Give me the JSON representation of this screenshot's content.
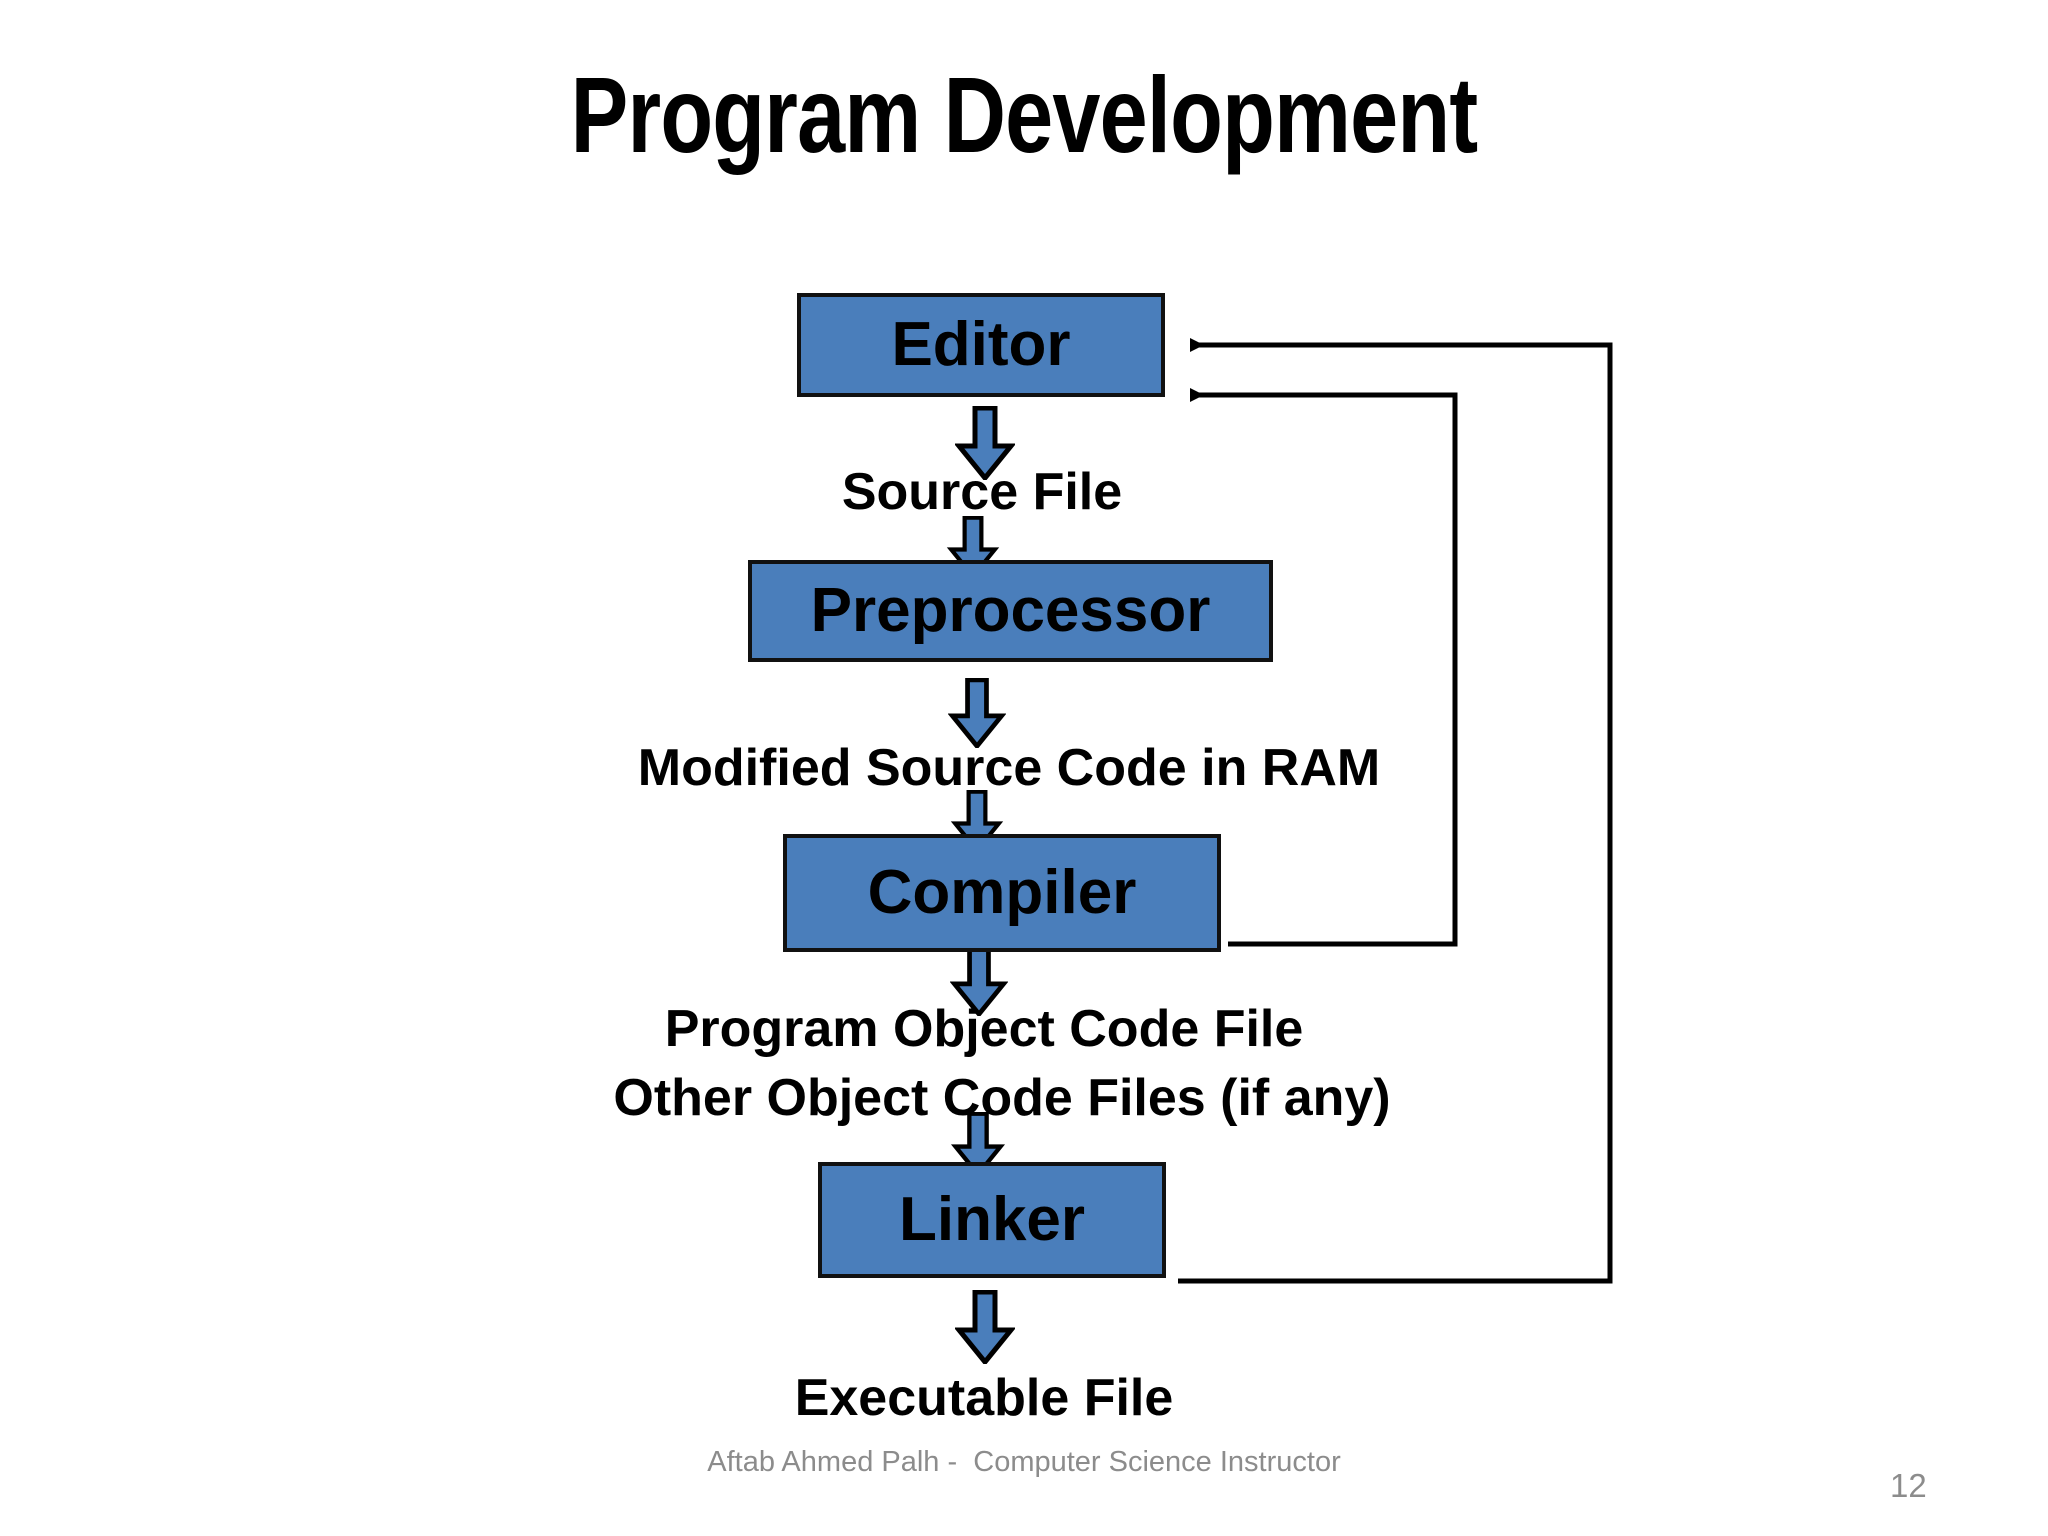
{
  "slide": {
    "title": "Program Development",
    "page_number": "12",
    "footer_credit": "Aftab Ahmed Palh -  Computer Science Instructor",
    "background_color": "#FFFFFF"
  },
  "theme": {
    "box_fill": "#4A7EBB",
    "box_border": "#111111",
    "arrow_fill": "#4A7EBB",
    "arrow_stroke": "#000000",
    "text_color": "#000000",
    "footer_color": "#8C8C8C"
  },
  "diagram": {
    "type": "flowchart",
    "orientation": "vertical",
    "boxes": [
      {
        "id": "editor",
        "label": "Editor"
      },
      {
        "id": "preprocessor",
        "label": "Preprocessor"
      },
      {
        "id": "compiler",
        "label": "Compiler"
      },
      {
        "id": "linker",
        "label": "Linker"
      }
    ],
    "flow_labels": [
      {
        "id": "source-file",
        "label": "Source File"
      },
      {
        "id": "modified-source",
        "label": "Modified Source Code in RAM"
      },
      {
        "id": "program-object",
        "label": "Program Object Code File"
      },
      {
        "id": "other-object",
        "label": "Other Object Code Files (if any)"
      },
      {
        "id": "executable-file",
        "label": "Executable File"
      }
    ],
    "down_arrows": [
      {
        "id": "editor-to-source-file"
      },
      {
        "id": "source-file-to-preprocessor"
      },
      {
        "id": "preprocessor-to-modified-source"
      },
      {
        "id": "modified-source-to-compiler"
      },
      {
        "id": "compiler-to-object-code"
      },
      {
        "id": "object-code-to-linker"
      },
      {
        "id": "linker-to-executable"
      }
    ],
    "feedback_arrows": [
      {
        "id": "compiler-to-editor",
        "from": "compiler",
        "to": "editor"
      },
      {
        "id": "linker-to-editor",
        "from": "linker",
        "to": "editor"
      }
    ]
  }
}
